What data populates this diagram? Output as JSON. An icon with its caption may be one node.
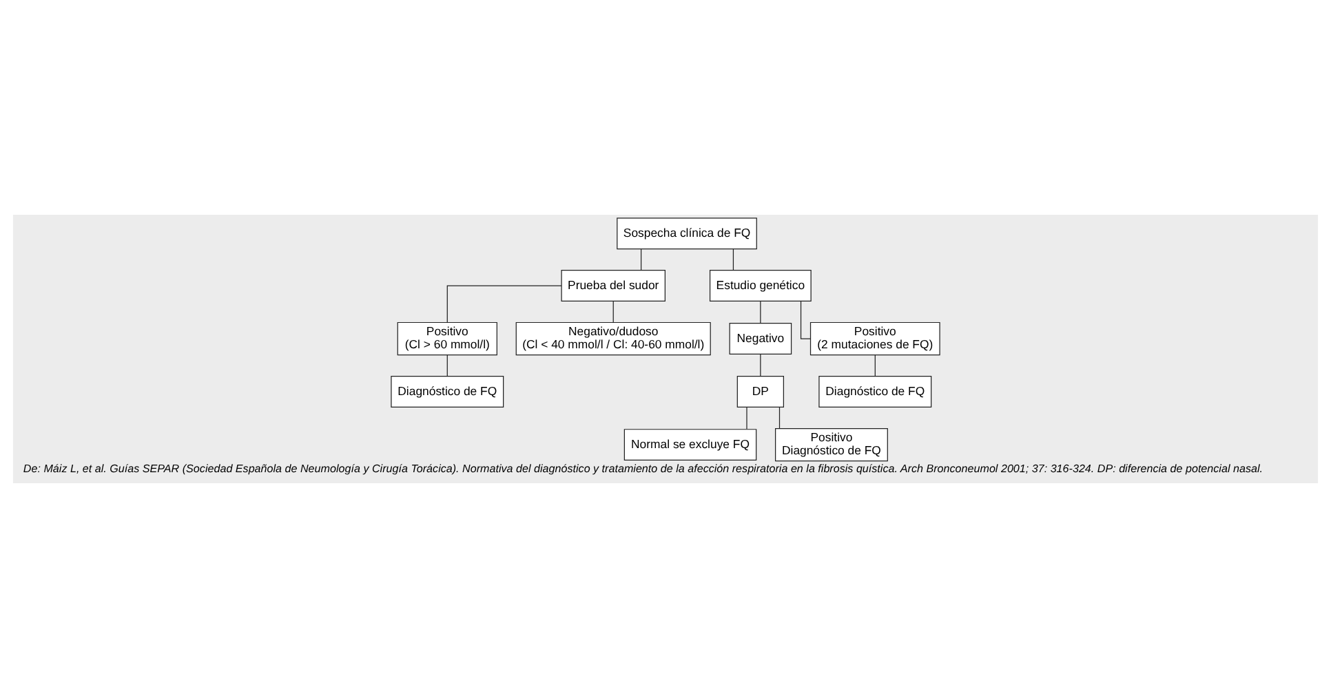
{
  "diagram": {
    "caption": "De: Máiz L, et al. Guías SEPAR (Sociedad Española de Neumología y Cirugía Torácica). Normativa del diagnóstico y tratamiento de la afección respiratoria en la fibrosis quística. Arch Bronconeumol 2001; 37: 316-324. DP: diferencia de potencial nasal.",
    "nodes": [
      {
        "text": [
          "Sospecha clínica de FQ"
        ]
      },
      {
        "text": [
          "Prueba del sudor"
        ]
      },
      {
        "text": [
          "Estudio genético"
        ]
      },
      {
        "text": [
          "Positivo",
          "(Cl > 60 mmol/l)"
        ]
      },
      {
        "text": [
          "Negativo/dudoso",
          "(Cl < 40 mmol/l / Cl: 40-60 mmol/l)"
        ]
      },
      {
        "text": [
          "Diagnóstico de FQ"
        ]
      },
      {
        "text": [
          "Negativo"
        ]
      },
      {
        "text": [
          "Positivo",
          "(2 mutaciones de FQ)"
        ]
      },
      {
        "text": [
          "DP"
        ]
      },
      {
        "text": [
          "Diagnóstico de FQ"
        ]
      },
      {
        "text": [
          "Normal se excluye FQ"
        ]
      },
      {
        "text": [
          "Positivo",
          "Diagnóstico de FQ"
        ]
      }
    ],
    "edges": [
      {
        "from": 0,
        "to": 1,
        "arrow": "none"
      },
      {
        "from": 0,
        "to": 2,
        "arrow": "none"
      },
      {
        "from": 1,
        "to": 3,
        "arrow": "none"
      },
      {
        "from": 1,
        "to": 4,
        "arrow": "none"
      },
      {
        "from": 3,
        "to": 5,
        "arrow": "none"
      },
      {
        "from": 2,
        "to": 6,
        "arrow": "none"
      },
      {
        "from": 2,
        "to": 7,
        "arrow": "none"
      },
      {
        "from": 6,
        "to": 8,
        "arrow": "none"
      },
      {
        "from": 7,
        "to": 9,
        "arrow": "none"
      },
      {
        "from": 8,
        "to": 10,
        "arrow": "none"
      },
      {
        "from": 8,
        "to": 11,
        "arrow": "none"
      }
    ]
  }
}
